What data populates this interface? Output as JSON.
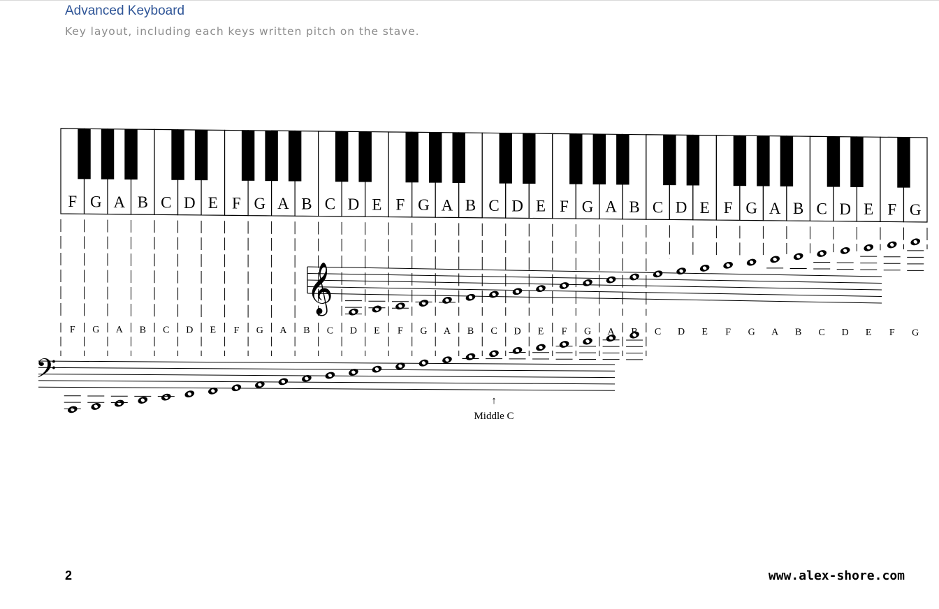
{
  "header": {
    "title": "Advanced Keyboard",
    "subtitle": "Key layout, including each keys written pitch on the stave."
  },
  "figure": {
    "key_labels": [
      "F",
      "G",
      "A",
      "B",
      "C",
      "D",
      "E",
      "F",
      "G",
      "A",
      "B",
      "C",
      "D",
      "E",
      "F",
      "G",
      "A",
      "B",
      "C",
      "D",
      "E",
      "F",
      "G",
      "A",
      "B",
      "C",
      "D",
      "E",
      "F",
      "G",
      "A",
      "B",
      "C",
      "D",
      "E",
      "F",
      "G"
    ],
    "stave_note_labels": [
      "F",
      "G",
      "A",
      "B",
      "C",
      "D",
      "E",
      "F",
      "G",
      "A",
      "B",
      "C",
      "D",
      "E",
      "F",
      "G",
      "A",
      "B",
      "C",
      "D",
      "E",
      "F",
      "G",
      "A",
      "B",
      "C",
      "D",
      "E",
      "F",
      "G",
      "A",
      "B",
      "C",
      "D",
      "E",
      "F",
      "G"
    ],
    "treble_clef_symbol": "𝄞",
    "bass_clef_symbol": "𝄢",
    "middle_c_arrow": "↑",
    "middle_c_label": "Middle C"
  },
  "footer": {
    "page_number": "2",
    "website": "www.alex-shore.com"
  }
}
